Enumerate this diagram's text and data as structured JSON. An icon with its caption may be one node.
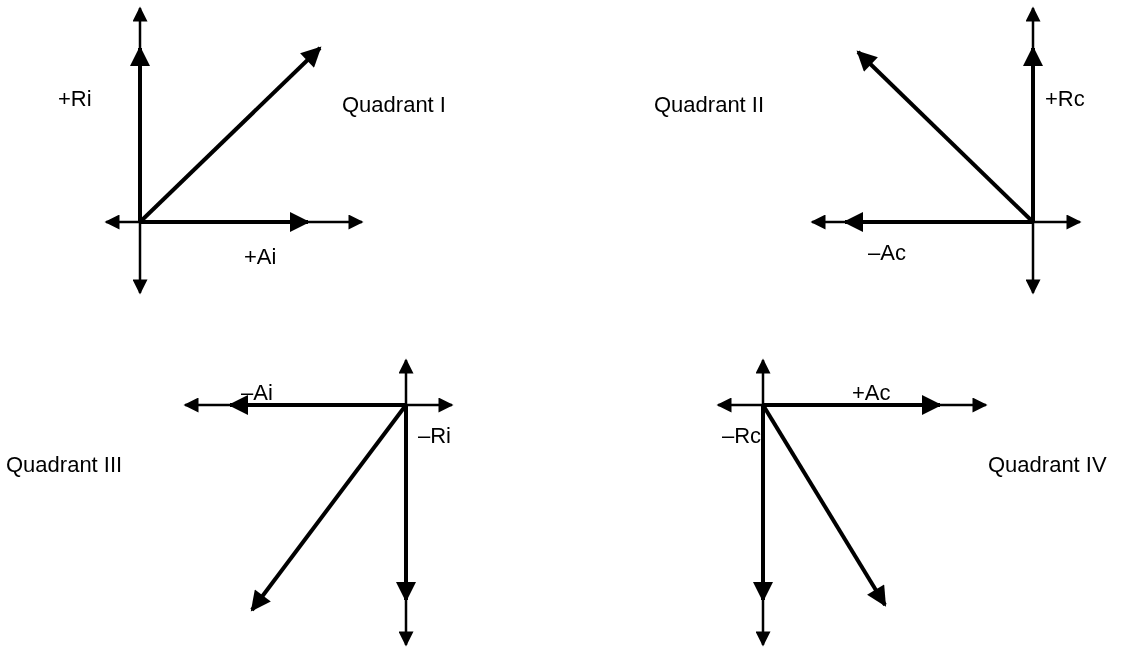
{
  "diagram": {
    "labels": [
      "+Ri",
      "Quadrant I",
      "+Ai",
      "Quadrant II",
      "+Rc",
      "–Ac",
      "–Ai",
      "–Ri",
      "Quadrant III",
      "–Rc",
      "+Ac",
      "Quadrant IV"
    ]
  }
}
